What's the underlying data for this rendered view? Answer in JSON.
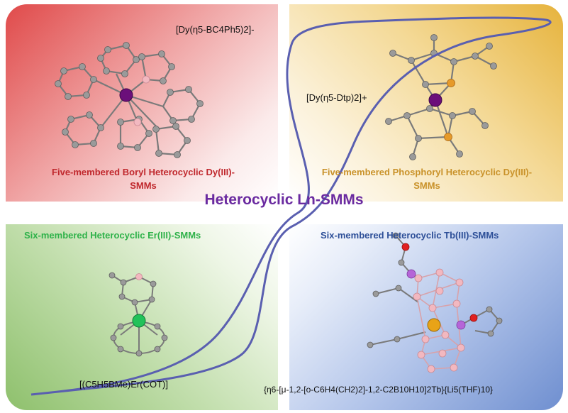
{
  "title": "Heterocyclic Ln-SMMs",
  "colors": {
    "title": "#6a2aa0",
    "loop": "#5a5fb0",
    "red_caption": "#c0282d",
    "gold_caption": "#c9922a",
    "green_caption": "#2fb24a",
    "blue_caption": "#2d4f98",
    "dy_atom": "#6b0f7a",
    "er_atom": "#22c25a",
    "tb_atom": "#e8a317",
    "boron_atom": "#f2b8c0",
    "phosphorus_atom": "#e69a2a",
    "carbon_atom": "#8a8a8a",
    "oxygen_atom": "#e02020",
    "lithium_atom": "#b565d8"
  },
  "quadrants": {
    "top_left": {
      "formula": "[Dy(η5-BC4Ph5)2]-",
      "caption_line1": "Five-membered Boryl Heterocyclic Dy(III)-",
      "caption_line2": "SMMs"
    },
    "top_right": {
      "formula": "[Dy(η5-Dtp)2]+",
      "caption_line1": "Five-membered Phosphoryl Heterocyclic Dy(III)-",
      "caption_line2": "SMMs"
    },
    "bottom_left": {
      "caption": "Six-membered Heterocyclic Er(III)-SMMs",
      "formula": "[(C5H5BMe)Er(COT)]"
    },
    "bottom_right": {
      "caption": "Six-membered Heterocyclic Tb(III)-SMMs",
      "formula": "{η6-[μ-1,2-[o-C6H4(CH2)2]-1,2-C2B10H10]2Tb}{Li5(THF)10}"
    }
  }
}
